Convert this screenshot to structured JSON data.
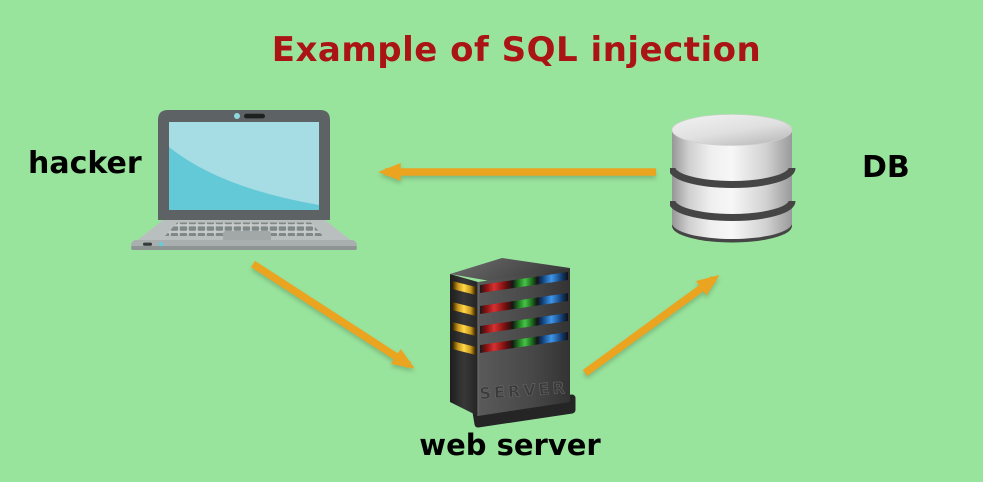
{
  "diagram": {
    "title": "Example of SQL injection",
    "nodes": [
      {
        "id": "hacker",
        "label": "hacker",
        "icon": "laptop-icon"
      },
      {
        "id": "web_server",
        "label": "web server",
        "icon": "server-tower-icon",
        "icon_text": "SERVER"
      },
      {
        "id": "db",
        "label": "DB",
        "icon": "database-icon"
      }
    ],
    "edges": [
      {
        "from": "db",
        "to": "hacker",
        "style": "straight-left"
      },
      {
        "from": "hacker",
        "to": "web_server",
        "style": "diagonal-down-right"
      },
      {
        "from": "web_server",
        "to": "db",
        "style": "diagonal-up-right"
      }
    ],
    "colors": {
      "background": "#99E49D",
      "title_text": "#AA1414",
      "node_label_text": "#000000",
      "arrow": "#EBA41F",
      "laptop_screen": "#64C9D7",
      "laptop_frame": "#5D6364",
      "server_body": "#454545",
      "database_body": "#D9D9D9"
    }
  }
}
